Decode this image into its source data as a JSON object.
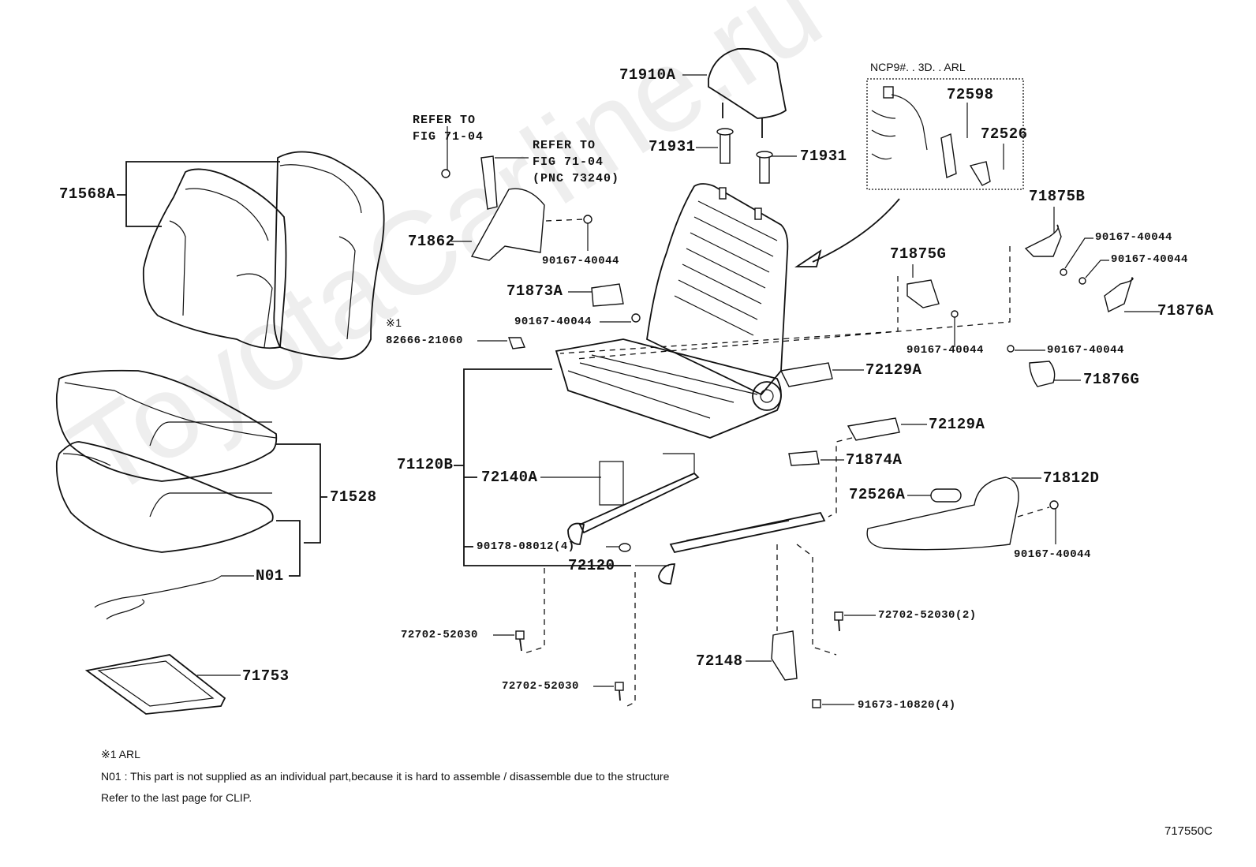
{
  "diagram": {
    "figure_id": "717550C",
    "watermark": "ToyotaCarline.ru",
    "inset_title": "NCP9#. . 3D. . ARL",
    "parts": {
      "p71910A": "71910A",
      "p71931_left": "71931",
      "p71931_right": "71931",
      "p71568A": "71568A",
      "p71862": "71862",
      "p90167_a": "90167-40044",
      "p71873A": "71873A",
      "p90167_b": "90167-40044",
      "p82666_marker": "※1",
      "p82666": "82666-21060",
      "p72598": "72598",
      "p72526": "72526",
      "p71875B": "71875B",
      "p90167_c": "90167-40044",
      "p90167_d": "90167-40044",
      "p71876A": "71876A",
      "p71875G": "71875G",
      "p90167_e": "90167-40044",
      "p90167_f": "90167-40044",
      "p71876G": "71876G",
      "p72129A_upper": "72129A",
      "p72129A_lower": "72129A",
      "p71874A": "71874A",
      "p72526A": "72526A",
      "p71812D": "71812D",
      "p90167_g": "90167-40044",
      "p71120B": "71120B",
      "p72140A": "72140A",
      "p90178": "90178-08012(4)",
      "p72120": "72120",
      "p71528": "71528",
      "pN01": "N01",
      "p72702_a": "72702-52030",
      "p72702_b": "72702-52030",
      "p72702_c": "72702-52030(2)",
      "p72148": "72148",
      "p91673": "91673-10820(4)",
      "p71753": "71753"
    },
    "references": {
      "refer1_line1": "REFER TO",
      "refer1_line2": "FIG 71-04",
      "refer2_line1": "REFER TO",
      "refer2_line2": "FIG 71-04",
      "refer2_line3": "(PNC 73240)"
    },
    "notes": {
      "note1": "※1  ARL",
      "note2": "N01 : This part is not supplied as an individual part,because it is hard to assemble / disassemble due to the structure",
      "note3": "Refer to the last page for CLIP."
    }
  }
}
